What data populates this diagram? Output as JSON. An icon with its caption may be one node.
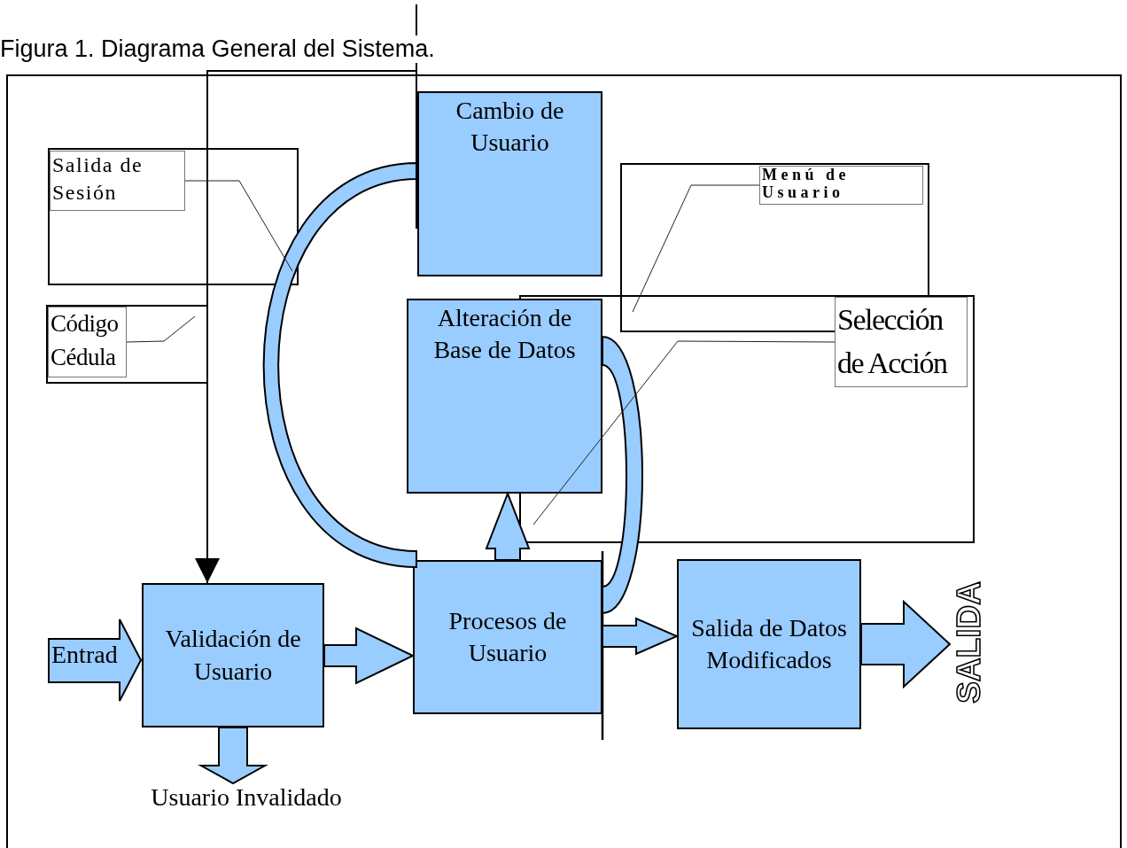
{
  "diagram": {
    "title": "Figura 1. Diagrama General del Sistema.",
    "nodes": [
      {
        "text": [
          "Entrad"
        ]
      },
      {
        "text": [
          "Validación de Usuario"
        ]
      },
      {
        "text": [
          "Procesos de Usuario"
        ]
      },
      {
        "text": [
          "Cambio de Usuario"
        ]
      },
      {
        "text": [
          "Alteración de Base de Datos"
        ]
      },
      {
        "text": [
          "Salida de Datos Modificados"
        ]
      },
      {
        "text": [
          "SALIDA"
        ]
      },
      {
        "text": [
          "Usuario Invalidado"
        ]
      },
      {
        "text": [
          "Salida de Sesión"
        ]
      },
      {
        "text": [
          "Código Cédula"
        ]
      },
      {
        "text": [
          "Menú de Usuario"
        ]
      },
      {
        "text": [
          "Selección de Acción"
        ]
      }
    ],
    "edges": [
      {
        "from": 1,
        "to": 2,
        "arrow": "to"
      },
      {
        "from": 1,
        "to": 7,
        "arrow": "to"
      },
      {
        "from": 2,
        "to": 4,
        "arrow": "to"
      },
      {
        "from": 2,
        "to": 3,
        "arrow": "none"
      },
      {
        "from": 4,
        "to": 2,
        "arrow": "none"
      },
      {
        "from": 2,
        "to": 5,
        "arrow": "to"
      },
      {
        "from": 5,
        "to": 6,
        "arrow": "to"
      },
      {
        "from": null,
        "to": 1,
        "arrow": "to"
      },
      {
        "from": 8,
        "to": null,
        "arrow": "none"
      },
      {
        "from": 9,
        "to": null,
        "arrow": "none"
      },
      {
        "from": 10,
        "to": null,
        "arrow": "none"
      },
      {
        "from": 11,
        "to": null,
        "arrow": "none"
      }
    ]
  }
}
